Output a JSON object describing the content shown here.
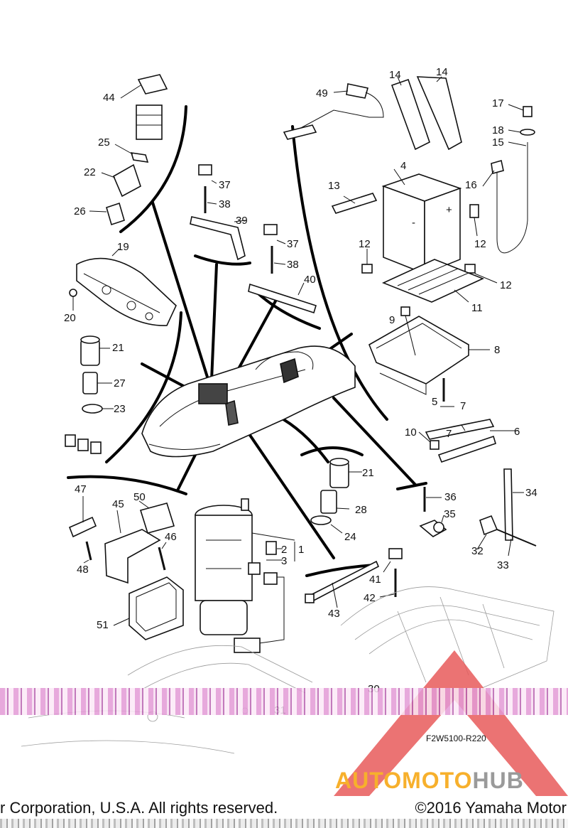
{
  "labels": [
    "1",
    "2",
    "3",
    "4",
    "5",
    "6",
    "7",
    "8",
    "9",
    "10",
    "11",
    "12",
    "13",
    "14",
    "15",
    "16",
    "17",
    "18",
    "19",
    "20",
    "21",
    "22",
    "23",
    "24",
    "25",
    "26",
    "27",
    "28",
    "30",
    "31",
    "32",
    "33",
    "34",
    "35",
    "36",
    "37",
    "38",
    "39",
    "40",
    "41",
    "42",
    "43",
    "44",
    "45",
    "46",
    "47",
    "48",
    "49",
    "50",
    "51"
  ],
  "diagram_code": "F2W5100-R220",
  "footer": {
    "left": "r Corporation, U.S.A. All rights reserved.",
    "right": "©2016 Yamaha Motor"
  },
  "watermark": {
    "part1": "AUTOMOTO",
    "part2": "HUB"
  }
}
